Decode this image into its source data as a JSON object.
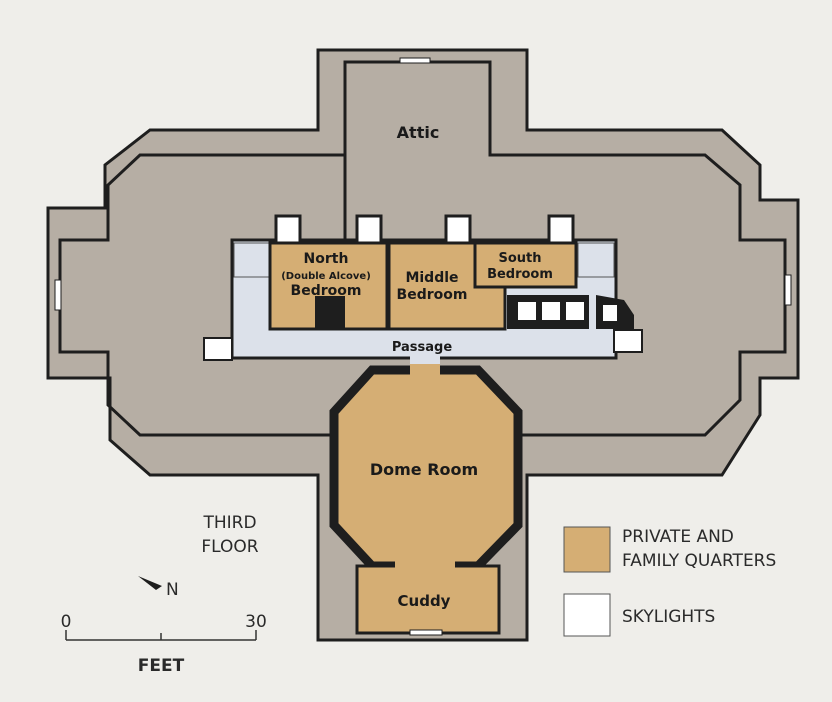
{
  "rooms": {
    "attic": "Attic",
    "north_1": "North",
    "north_2": "(Double Alcove)",
    "north_3": "Bedroom",
    "middle_1": "Middle",
    "middle_2": "Bedroom",
    "south_1": "South",
    "south_2": "Bedroom",
    "passage": "Passage",
    "dome": "Dome Room",
    "cuddy": "Cuddy"
  },
  "floor_title": {
    "line1": "THIRD",
    "line2": "FLOOR"
  },
  "compass": {
    "label": "N"
  },
  "scale": {
    "min": "0",
    "max": "30",
    "unit": "FEET"
  },
  "legend": {
    "private_1": "PRIVATE AND",
    "private_2": "FAMILY QUARTERS",
    "skylights": "SKYLIGHTS"
  },
  "colors": {
    "building": "#b6aea4",
    "private": "#d5ae74",
    "passage": "#dce1ea",
    "wall": "#1e1e1e",
    "skylight": "#ffffff"
  }
}
